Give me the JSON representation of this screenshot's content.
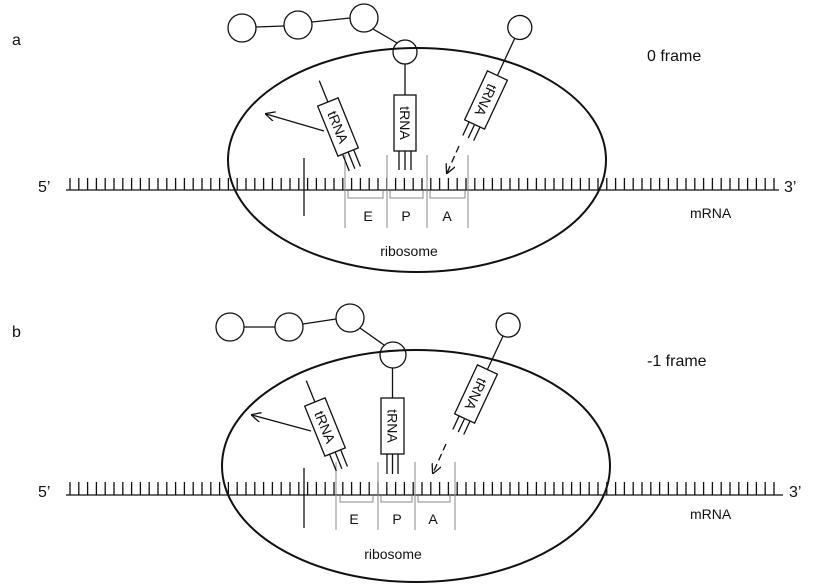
{
  "panels": [
    {
      "label": "a",
      "frame": "0 frame",
      "five_prime": "5’",
      "three_prime": "3’",
      "mrna": "mRNA",
      "ribosome": "ribosome",
      "trna_e": "tRNA",
      "trna_p": "tRNA",
      "trna_a": "tRNA",
      "site_e": "E",
      "site_p": "P",
      "site_a": "A"
    },
    {
      "label": "b",
      "frame": "-1 frame",
      "five_prime": "5’",
      "three_prime": "3’",
      "mrna": "mRNA",
      "ribosome": "ribosome",
      "trna_e": "tRNA",
      "trna_p": "tRNA",
      "trna_a": "tRNA",
      "site_e": "E",
      "site_p": "P",
      "site_a": "A"
    }
  ]
}
